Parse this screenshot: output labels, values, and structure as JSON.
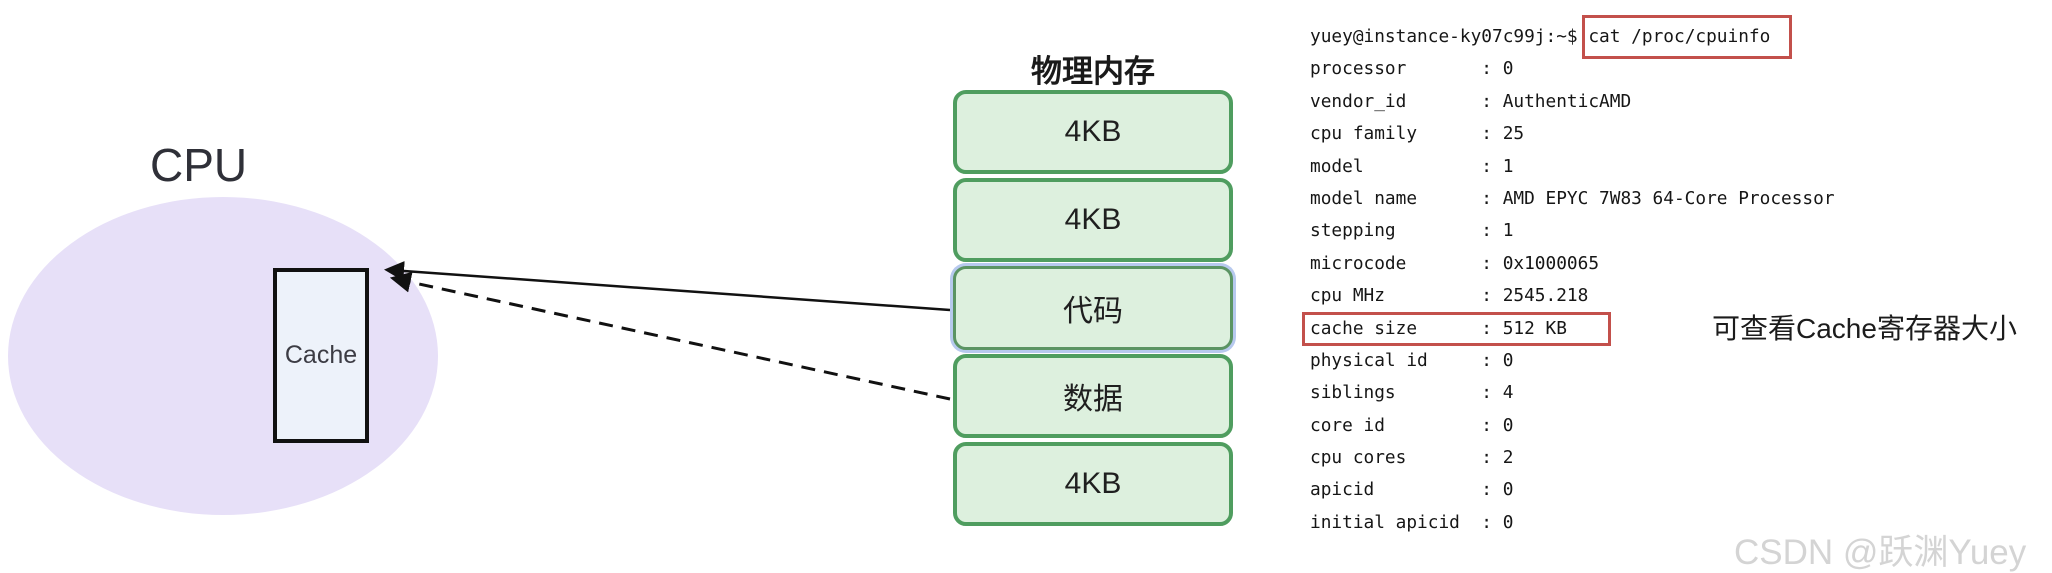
{
  "diagram": {
    "cpu_label": "CPU",
    "cache_label": "Cache",
    "memory_title": "物理内存",
    "memory_blocks": [
      {
        "label": "4KB",
        "highlighted": false
      },
      {
        "label": "4KB",
        "highlighted": false
      },
      {
        "label": "代码",
        "highlighted": true
      },
      {
        "label": "数据",
        "highlighted": false
      },
      {
        "label": "4KB",
        "highlighted": false
      }
    ],
    "arrows": [
      {
        "style": "solid",
        "from": "code-block",
        "to": "cache"
      },
      {
        "style": "dashed",
        "from": "data-block",
        "to": "cache"
      }
    ]
  },
  "terminal": {
    "prompt": "yuey@instance-ky07c99j:~$",
    "command": "cat /proc/cpuinfo",
    "separator": ":",
    "fields": [
      {
        "key": "processor",
        "value": "0",
        "highlighted": false
      },
      {
        "key": "vendor_id",
        "value": "AuthenticAMD",
        "highlighted": false
      },
      {
        "key": "cpu family",
        "value": "25",
        "highlighted": false
      },
      {
        "key": "model",
        "value": "1",
        "highlighted": false
      },
      {
        "key": "model name",
        "value": "AMD EPYC 7W83 64-Core Processor",
        "highlighted": false
      },
      {
        "key": "stepping",
        "value": "1",
        "highlighted": false
      },
      {
        "key": "microcode",
        "value": "0x1000065",
        "highlighted": false
      },
      {
        "key": "cpu MHz",
        "value": "2545.218",
        "highlighted": false
      },
      {
        "key": "cache size",
        "value": "512 KB",
        "highlighted": true
      },
      {
        "key": "physical id",
        "value": "0",
        "highlighted": false
      },
      {
        "key": "siblings",
        "value": "4",
        "highlighted": false
      },
      {
        "key": "core id",
        "value": "0",
        "highlighted": false
      },
      {
        "key": "cpu cores",
        "value": "2",
        "highlighted": false
      },
      {
        "key": "apicid",
        "value": "0",
        "highlighted": false
      },
      {
        "key": "initial apicid",
        "value": "0",
        "highlighted": false
      }
    ],
    "annotation": "可查看Cache寄存器大小"
  },
  "watermark": "CSDN @跃渊Yuey",
  "colors": {
    "highlight_red": "#c3504b",
    "memory_border_green": "#4f9d5f",
    "memory_fill_green": "#ddf0de",
    "code_block_ring_blue": "#b7c9ee",
    "cpu_ellipse_lavender": "#e7e0f8",
    "cache_fill_blue": "#edf2fa"
  }
}
